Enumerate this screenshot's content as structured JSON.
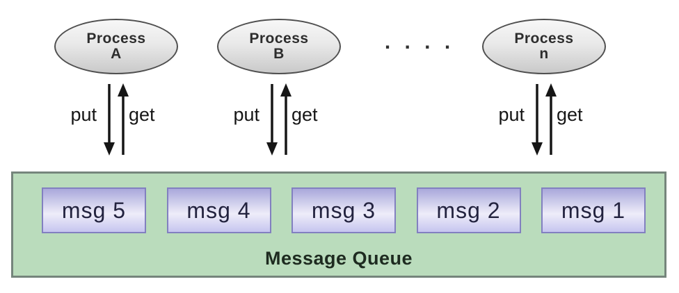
{
  "diagram": {
    "processes": [
      {
        "line1": "Process",
        "line2": "A"
      },
      {
        "line1": "Process",
        "line2": "B"
      },
      {
        "line1": "Process",
        "line2": "n"
      }
    ],
    "arrow_labels": {
      "put": "put",
      "get": "get"
    },
    "dots": ". . . .",
    "queue": {
      "label": "Message Queue",
      "messages": [
        "msg 5",
        "msg 4",
        "msg 3",
        "msg 2",
        "msg 1"
      ]
    },
    "colors": {
      "queue_fill": "#badcbc",
      "queue_border": "#75857c",
      "msg_fill_top": "#a9a8db",
      "msg_fill_mid": "#eeedf9",
      "msg_fill_bottom": "#c6c5ef",
      "msg_border": "#8280c0",
      "ellipse_fill_top": "#f7f7f7",
      "ellipse_fill_bottom": "#c9c9c9",
      "ellipse_border": "#4f4f4f",
      "arrow": "#161616"
    }
  }
}
